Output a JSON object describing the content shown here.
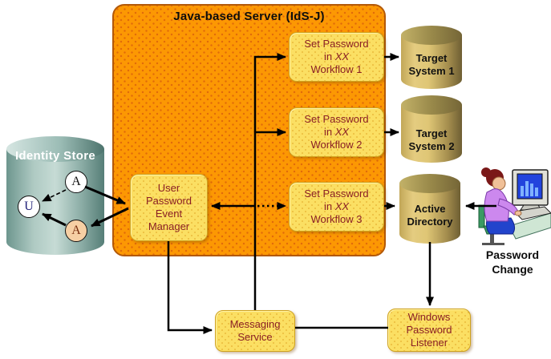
{
  "server": {
    "title": "Java-based Server (IdS-J)"
  },
  "event_manager": {
    "label": "User\nPassword\nEvent\nManager"
  },
  "workflows": [
    {
      "line1": "Set Password",
      "prefix": "in",
      "system": "XX",
      "line3": "Workflow 1"
    },
    {
      "line1": "Set Password",
      "prefix": "in",
      "system": "XX",
      "line3": "Workflow 2"
    },
    {
      "line1": "Set Password",
      "prefix": "in",
      "system": "XX",
      "line3": "Workflow 3"
    }
  ],
  "identity_store": {
    "label": "Identity Store",
    "account_top": "A",
    "user": "U",
    "account_bottom": "A"
  },
  "target_system_1": {
    "label": "Target\nSystem 1"
  },
  "target_system_2": {
    "label": "Target\nSystem 2"
  },
  "active_directory": {
    "label": "Active\nDirectory"
  },
  "messaging_service": {
    "label": "Messaging\nService"
  },
  "password_listener": {
    "label": "Windows\nPassword\nListener"
  },
  "password_change_caption": "Password\nChange",
  "colors": {
    "server_fill": "#FC9803",
    "server_border": "#B35908",
    "node_fill": "#FBDF63",
    "node_border": "#CFA21E",
    "node_text": "#8A1F25",
    "identity_cylinder": "#8FB0A9",
    "datastore_cylinder": "#D4BA66",
    "arrow": "#000000"
  }
}
